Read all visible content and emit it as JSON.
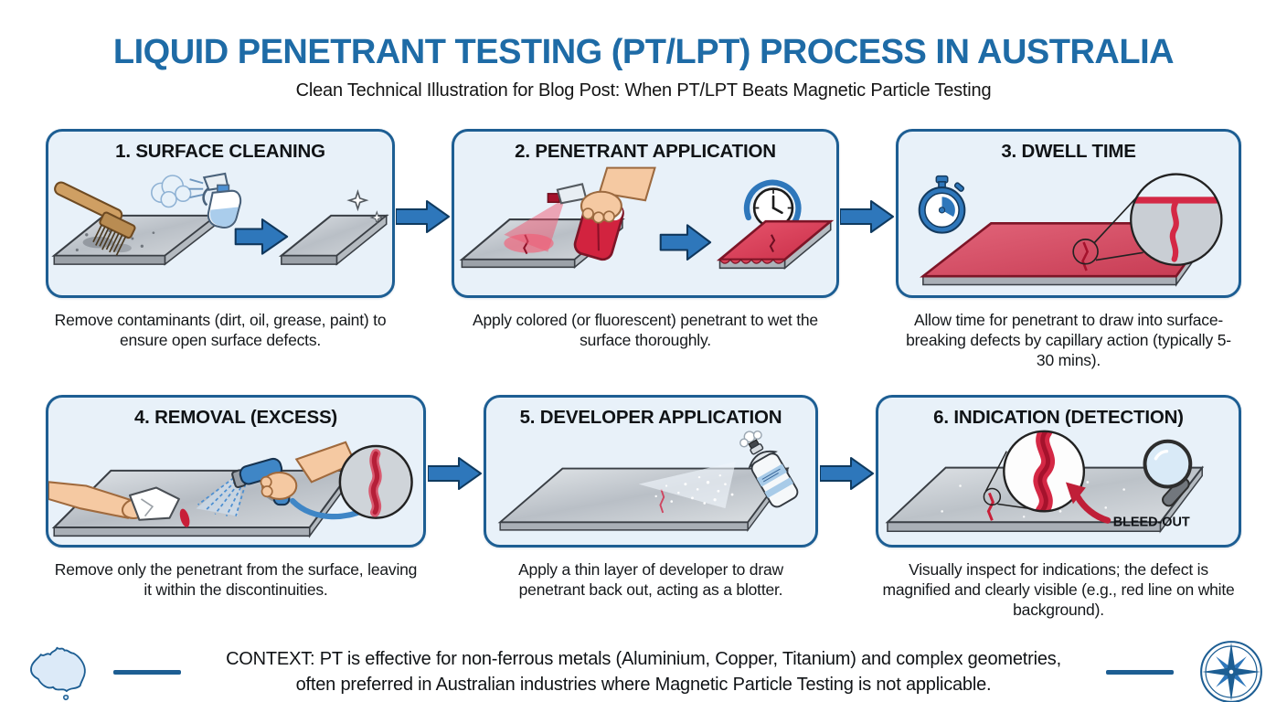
{
  "header": {
    "title": "LIQUID PENETRANT TESTING (PT/LPT) PROCESS IN AUSTRALIA",
    "subtitle": "Clean Technical Illustration for Blog Post: When PT/LPT Beats Magnetic Particle Testing"
  },
  "panels": [
    {
      "title": "1. SURFACE CLEANING",
      "caption": "Remove contaminants (dirt, oil, grease, paint) to ensure open surface defects.",
      "icons": [
        "wire-brush-icon",
        "cleaner-spray-bottle-icon",
        "dirty-plate",
        "arrow-icon",
        "clean-plate",
        "sparkles-icon"
      ]
    },
    {
      "title": "2. PENETRANT APPLICATION",
      "caption": "Apply colored (or fluorescent) penetrant to wet the surface thoroughly.",
      "icons": [
        "penetrant-spray-bottle-icon",
        "hand",
        "spray-cone",
        "clock-rotation-icon",
        "arrow-icon",
        "penetrant-coated-plate"
      ]
    },
    {
      "title": "3. DWELL TIME",
      "caption": "Allow time for penetrant to draw into surface-breaking defects by capillary action (typically 5-30 mins).",
      "icons": [
        "stopwatch-icon",
        "penetrant-coated-plate",
        "crack-zoom-inset"
      ]
    },
    {
      "title": "4. REMOVAL (EXCESS)",
      "caption": "Remove only the penetrant from the surface, leaving it within the discontinuities.",
      "icons": [
        "wiping-hand",
        "cloth",
        "water-spray-gun-icon",
        "hose",
        "crack-zoom-inset"
      ]
    },
    {
      "title": "5. DEVELOPER APPLICATION",
      "caption": "Apply a thin layer of developer to draw penetrant back out, acting as a blotter.",
      "icons": [
        "developer-aerosol-can-icon",
        "developer-mist",
        "plate"
      ]
    },
    {
      "title": "6. INDICATION (DETECTION)",
      "caption": "Visually inspect for indications; the defect is magnified and clearly visible (e.g., red line on white background).",
      "label": "BLEED-OUT",
      "icons": [
        "bleed-out-zoom-inset",
        "bleed-out-arrow-icon",
        "magnifying-glass-icon"
      ]
    }
  ],
  "footer": {
    "context": "CONTEXT: PT is effective for non-ferrous metals (Aluminium, Copper, Titanium) and complex geometries, often preferred in Australian industries where Magnetic Particle Testing is not applicable.",
    "icons": [
      "australia-map-icon",
      "compass-rose-icon"
    ]
  },
  "colors": {
    "title_blue": "#1e6ba6",
    "panel_border": "#1d5e93",
    "panel_bg": "#e8f1f9",
    "arrow_blue": "#2e77bb",
    "penetrant_red": "#d2233f",
    "metal_gray": "#c3c8cd"
  }
}
